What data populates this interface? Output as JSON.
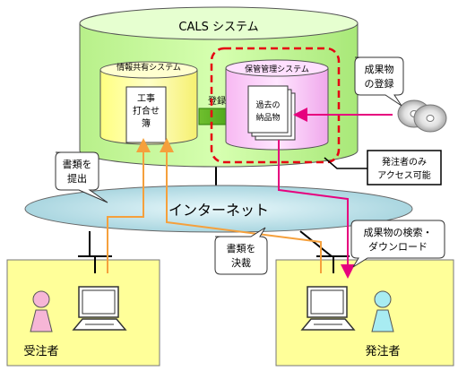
{
  "diagram": {
    "cals_system": "CALS システム",
    "info_share_system": "情報共有システム",
    "custody_system": "保管管理システム",
    "ledger_lines": [
      "工事",
      "打合せ",
      "簿"
    ],
    "register_arrow_label": "登録",
    "past_deliverables_lines": [
      "過去の",
      "納品物"
    ],
    "deliverables_register_lines": [
      "成果物",
      "の登録"
    ],
    "orderer_only_lines": [
      "発注者のみ",
      "アクセス可能"
    ],
    "internet": "インターネット",
    "submit_docs_lines": [
      "書類を",
      "提出"
    ],
    "approve_docs_lines": [
      "書類を",
      "決裁"
    ],
    "search_download_lines": [
      "成果物の検索・",
      "ダウンロード"
    ],
    "contractor": "受注者",
    "orderer": "発注者"
  },
  "colors": {
    "cals_green": "#CCFF99",
    "info_yellow": "#FFFF99",
    "custody_pink": "#FFCCFF",
    "internet_blue": "#CCEEF4",
    "party_box": "#FFFF99",
    "orange_line": "#F5A03C",
    "pink_line": "#E6007E",
    "dashed_red": "#E60012"
  }
}
